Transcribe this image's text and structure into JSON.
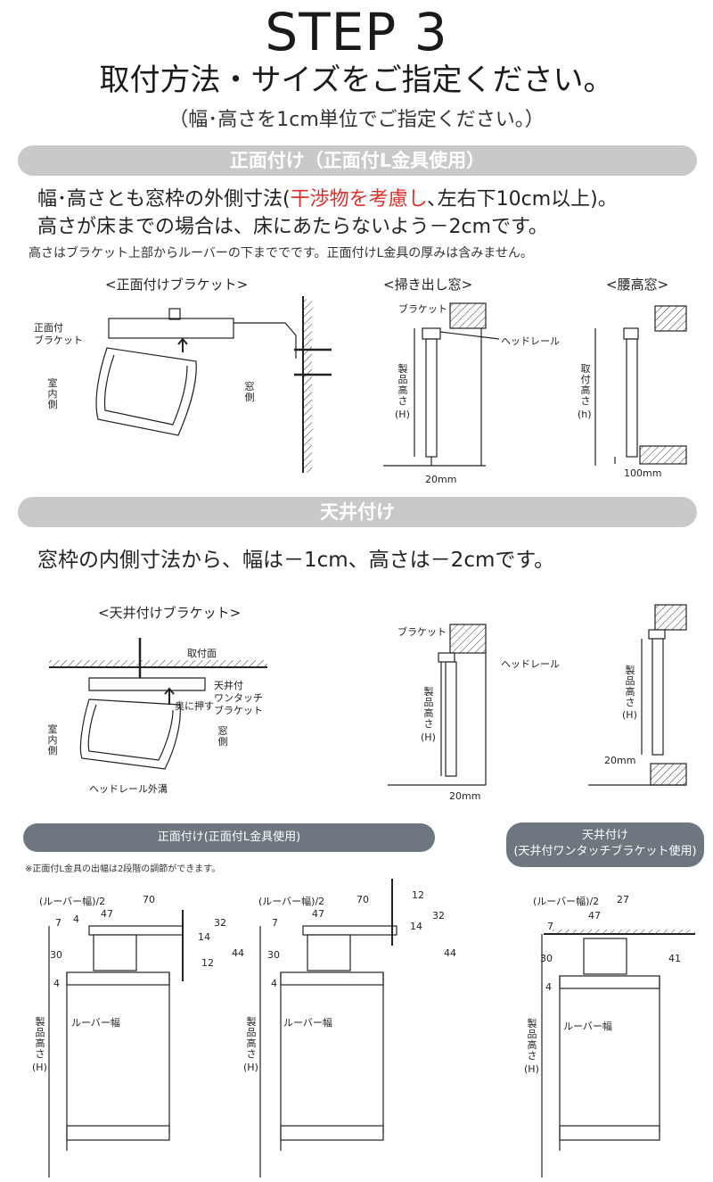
{
  "header": {
    "step": "STEP 3",
    "subtitle": "取付方法・サイズをご指定ください。",
    "sub_note": "（幅･高さを1cm単位でご指定ください。）"
  },
  "section_front": {
    "bar_label": "正面付け（正面付L金具使用）",
    "line1_a": "幅･高さとも窓枠の外側寸法(",
    "line1_red": "干渉物を考慮し",
    "line1_b": "､左右下10cm以上)。",
    "line2": "高さが床までの場合は、床にあたらないよう－2cmです。",
    "note": "高さはブラケット上部からルーバーの下まででです。正面付けL金具の厚みは含みません。",
    "bracket_title": "<正面付けブラケット>",
    "bracket_label": "正面付\nブラケット",
    "room_side": "室内側",
    "window_side": "窓側",
    "sweep_title": "<掃き出し窓>",
    "waist_title": "<腰高窓>",
    "bracket_small": "ブラケット",
    "head_rail": "ヘッドレール",
    "product_height": "製品高さ",
    "product_height_unit": "(H)",
    "mount_height": "取付高さ",
    "mount_height_unit": "(h)",
    "dim_20mm": "20mm",
    "dim_100mm": "100mm"
  },
  "section_ceiling": {
    "bar_label": "天井付け",
    "line": "窓枠の内側寸法から、幅は－1cm、高さは－2cmです。",
    "bracket_title": "<天井付けブラケット>",
    "mount_face": "取付面",
    "one_touch": "天井付\nワンタッチ\nブラケット",
    "push_back": "奥に押す",
    "outer_groove": "ヘッドレール外溝",
    "room_side": "室内側",
    "window_side": "窓側",
    "bracket_small": "ブラケット",
    "head_rail": "ヘッドレール",
    "product_height": "製品高さ",
    "product_height_unit": "(H)",
    "dim_20mm_a": "20mm",
    "dim_20mm_b": "20mm"
  },
  "dimension_section": {
    "pill_front": "正面付け(正面付L金具使用)",
    "pill_ceiling_1": "天井付け",
    "pill_ceiling_2": "(天井付ワンタッチブラケット使用)",
    "footnote": "※正面付L金具の出幅は2段階の調節ができます。",
    "half_width": "(ルーバー幅)/2",
    "louver_width": "ルーバー幅",
    "product_height": "製品高さ",
    "product_height_unit": "(H)",
    "d1": {
      "n70": "70",
      "n47": "47",
      "n7": "7",
      "n4a": "4",
      "n30": "30",
      "n4b": "4",
      "n32": "32",
      "n14": "14",
      "n12": "12",
      "n44": "44"
    },
    "d2": {
      "n70": "70",
      "n47": "47",
      "n12": "12",
      "n32": "32",
      "n14": "14",
      "n44": "44",
      "n7": "7",
      "n30": "30",
      "n4": "4"
    },
    "d3": {
      "n27": "27",
      "n47": "47",
      "n7": "7",
      "n30": "30",
      "n4": "4",
      "n41": "41"
    }
  },
  "colors": {
    "bar_gray": "#c9c9c9",
    "pill_dark": "#6e777f",
    "accent_red": "#e0302a"
  }
}
